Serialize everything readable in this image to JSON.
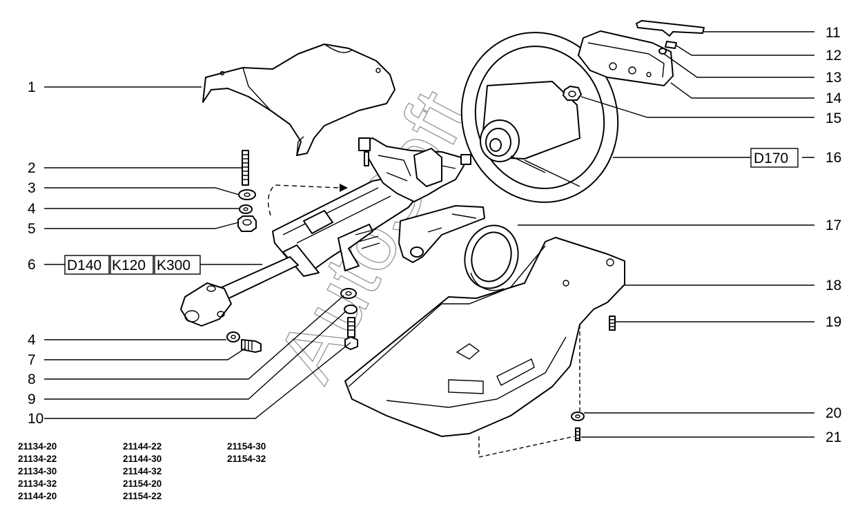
{
  "callouts": {
    "left": [
      {
        "num": "1"
      },
      {
        "num": "2"
      },
      {
        "num": "3"
      },
      {
        "num": "4"
      },
      {
        "num": "5"
      },
      {
        "num": "6",
        "codes": [
          "D140",
          "K120",
          "K300"
        ]
      },
      {
        "num": "4"
      },
      {
        "num": "7"
      },
      {
        "num": "8"
      },
      {
        "num": "9"
      },
      {
        "num": "10"
      }
    ],
    "right": [
      {
        "num": "11"
      },
      {
        "num": "12"
      },
      {
        "num": "13"
      },
      {
        "num": "14"
      },
      {
        "num": "15"
      },
      {
        "num": "16",
        "codes": [
          "D170"
        ]
      },
      {
        "num": "17"
      },
      {
        "num": "18"
      },
      {
        "num": "19"
      },
      {
        "num": "20"
      },
      {
        "num": "21"
      }
    ]
  },
  "models": [
    [
      "21134-20",
      "21134-22",
      "21134-30",
      "21134-32",
      "21144-20"
    ],
    [
      "21144-22",
      "21144-30",
      "21144-32",
      "21154-20",
      "21154-22"
    ],
    [
      "21154-30",
      "21154-32"
    ]
  ],
  "watermark": "AutoSoft"
}
